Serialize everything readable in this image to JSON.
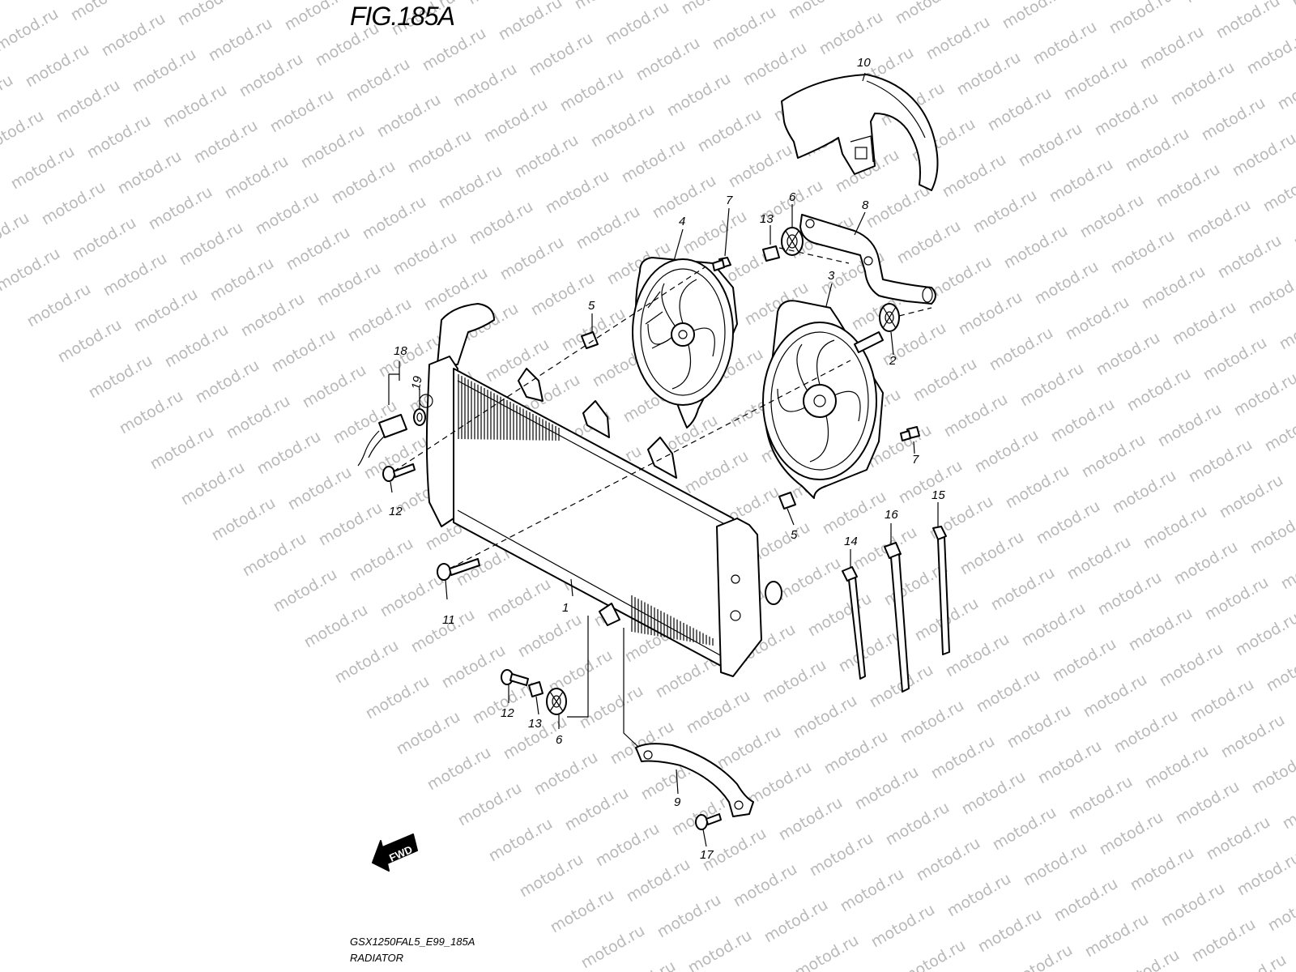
{
  "figure": {
    "title": "FIG.185A",
    "code": "GSX1250FAL5_E99_185A",
    "name": "RADIATOR"
  },
  "watermark": {
    "text": "motod.ru",
    "color": "#b9b9b9"
  },
  "fwd_arrow": {
    "label": "FWD"
  },
  "parts": [
    {
      "id": "radiator",
      "label": "1"
    },
    {
      "id": "cushion-upper",
      "label": "2"
    },
    {
      "id": "fan-right",
      "label": "3"
    },
    {
      "id": "fan-left",
      "label": "4"
    },
    {
      "id": "nut-left",
      "label": "5"
    },
    {
      "id": "nut-right",
      "label": "5"
    },
    {
      "id": "cushion-a",
      "label": "6"
    },
    {
      "id": "cushion-b",
      "label": "6"
    },
    {
      "id": "bolt-fan-left",
      "label": "7"
    },
    {
      "id": "bolt-fan-right",
      "label": "7"
    },
    {
      "id": "bracket-upper",
      "label": "8"
    },
    {
      "id": "bracket-lower",
      "label": "9"
    },
    {
      "id": "cover",
      "label": "10"
    },
    {
      "id": "bolt-long",
      "label": "11"
    },
    {
      "id": "bolt-a",
      "label": "12"
    },
    {
      "id": "bolt-b",
      "label": "12"
    },
    {
      "id": "collar-a",
      "label": "13"
    },
    {
      "id": "collar-b",
      "label": "13"
    },
    {
      "id": "clamp-a",
      "label": "14"
    },
    {
      "id": "clamp-b",
      "label": "15"
    },
    {
      "id": "clamp-c",
      "label": "16"
    },
    {
      "id": "bolt-bracket",
      "label": "17"
    },
    {
      "id": "fan-switch",
      "label": "18"
    },
    {
      "id": "o-ring",
      "label": "19"
    }
  ]
}
